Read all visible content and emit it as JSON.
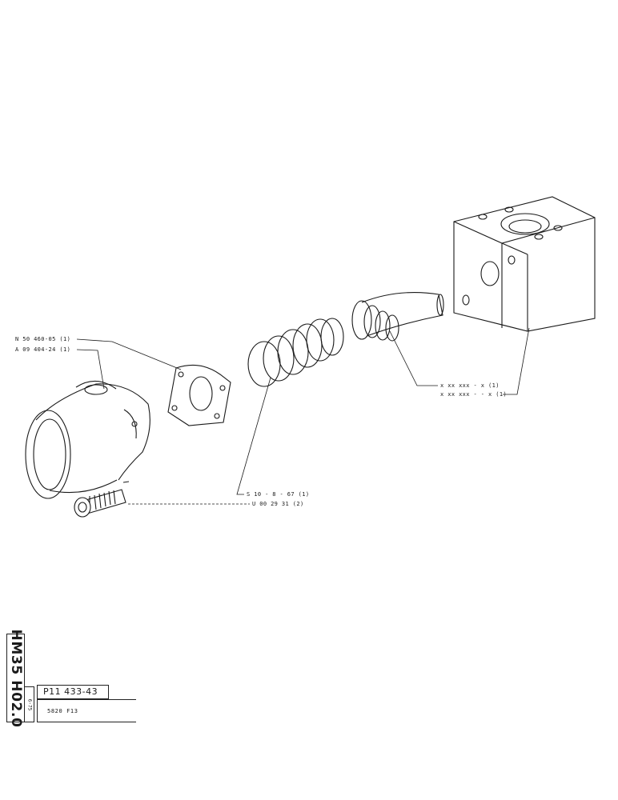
{
  "labels": {
    "valve_top": "N 50 460-05 (1)",
    "valve_bottom": "A 09 404-24 (1)",
    "block_top": "x xx xxx - x (1)",
    "block_bottom": "x xx xxx - - x (1)",
    "spring": "S 10 - 8 - 67 (1)",
    "screw": "U 00 29 31 (2)"
  },
  "title_block": {
    "model": "HM35 H02.0",
    "date": "6-75",
    "part_number": "P11 433-43",
    "description": "5820 F13"
  }
}
